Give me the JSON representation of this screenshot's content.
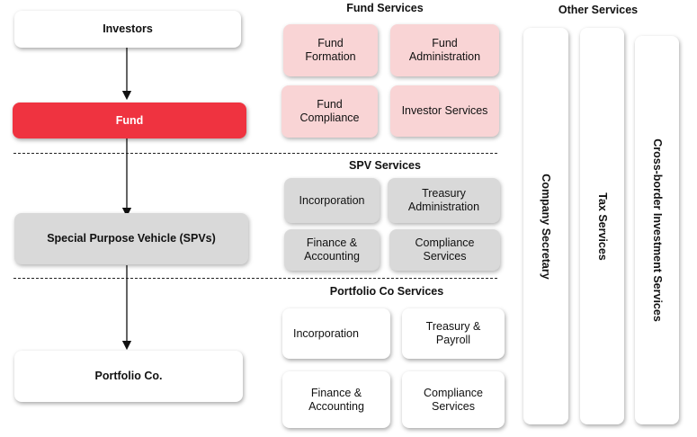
{
  "headings": {
    "fund_services": "Fund Services",
    "other_services": "Other Services",
    "spv_services": "SPV Services",
    "portfolio_services": "Portfolio Co Services"
  },
  "flow": {
    "investors": "Investors",
    "fund": "Fund",
    "spv": "Special Purpose Vehicle (SPVs)",
    "portfolio": "Portfolio Co."
  },
  "fund_services": [
    "Fund\nFormation",
    "Fund\nAdministration",
    "Fund\nCompliance",
    "Investor Services"
  ],
  "spv_services": [
    "Incorporation",
    "Treasury\nAdministration",
    "Finance &\nAccounting",
    "Compliance\nServices"
  ],
  "portfolio_services": [
    "Incorporation",
    "Treasury &\nPayroll",
    "Finance &\nAccounting",
    "Compliance\nServices"
  ],
  "other_services": [
    "Company Secretary",
    "Tax Services",
    "Cross-border Investment Services"
  ],
  "colors": {
    "fund_red": "#ef3340",
    "fund_services_pink": "#f9d4d5",
    "spv_grey": "#d9d9d9"
  }
}
